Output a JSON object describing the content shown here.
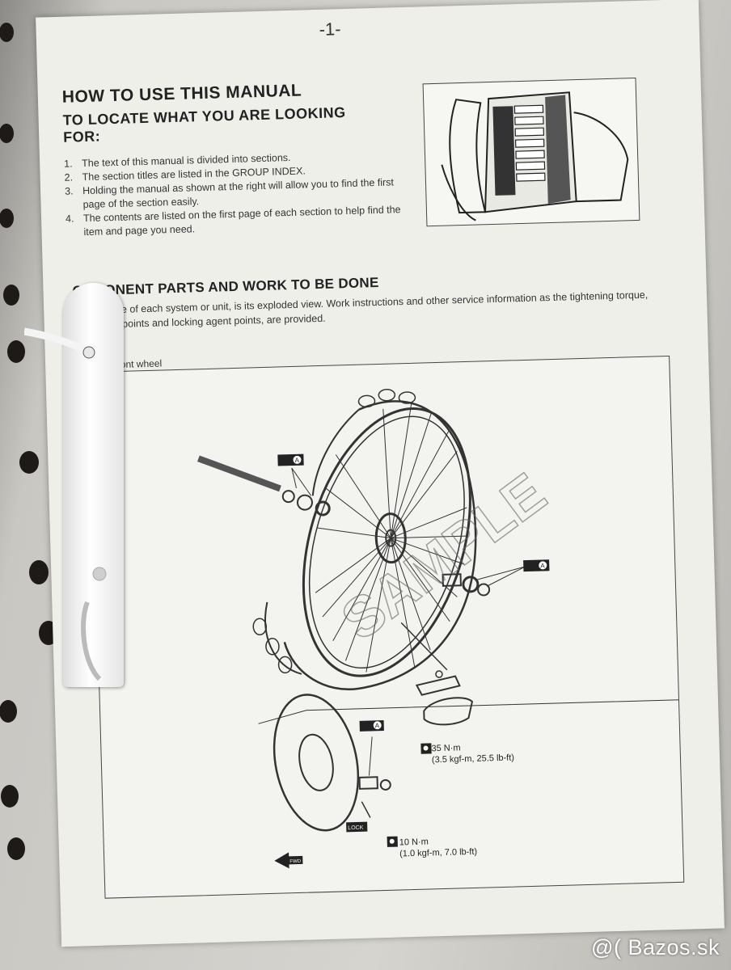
{
  "page_number": "-1-",
  "section1": {
    "title": "HOW TO USE THIS MANUAL",
    "subtitle": "TO LOCATE WHAT YOU ARE LOOKING FOR:",
    "steps": [
      {
        "num": "1.",
        "text": "The text of this manual is divided into sections."
      },
      {
        "num": "2.",
        "text": "The section titles are listed in the GROUP INDEX."
      },
      {
        "num": "3.",
        "text": "Holding the manual as shown at the right will allow you to find the first page of the section easily."
      },
      {
        "num": "4.",
        "text": "The contents are listed on the first page of each section to help find the item and page you need."
      }
    ]
  },
  "section2": {
    "title": "OMPONENT PARTS AND WORK TO BE DONE",
    "intro": "er the name of each system or unit, is its exploded view. Work instructions and other service information as the tightening torque, lubricating points and locking agent points, are provided.",
    "example_label": "nple: Front wheel"
  },
  "diagram": {
    "watermark": "SAMPLE",
    "badge_letter": "A",
    "lock_label": "LOCK",
    "fwd_label": "FWD",
    "torque_1": {
      "value": "35 N·m",
      "detail": "(3.5 kgf-m, 25.5 lb-ft)"
    },
    "torque_2": {
      "value": "10 N·m",
      "detail": "(1.0 kgf-m, 7.0 lb-ft)"
    }
  },
  "site_watermark": "@( Bazos.sk"
}
